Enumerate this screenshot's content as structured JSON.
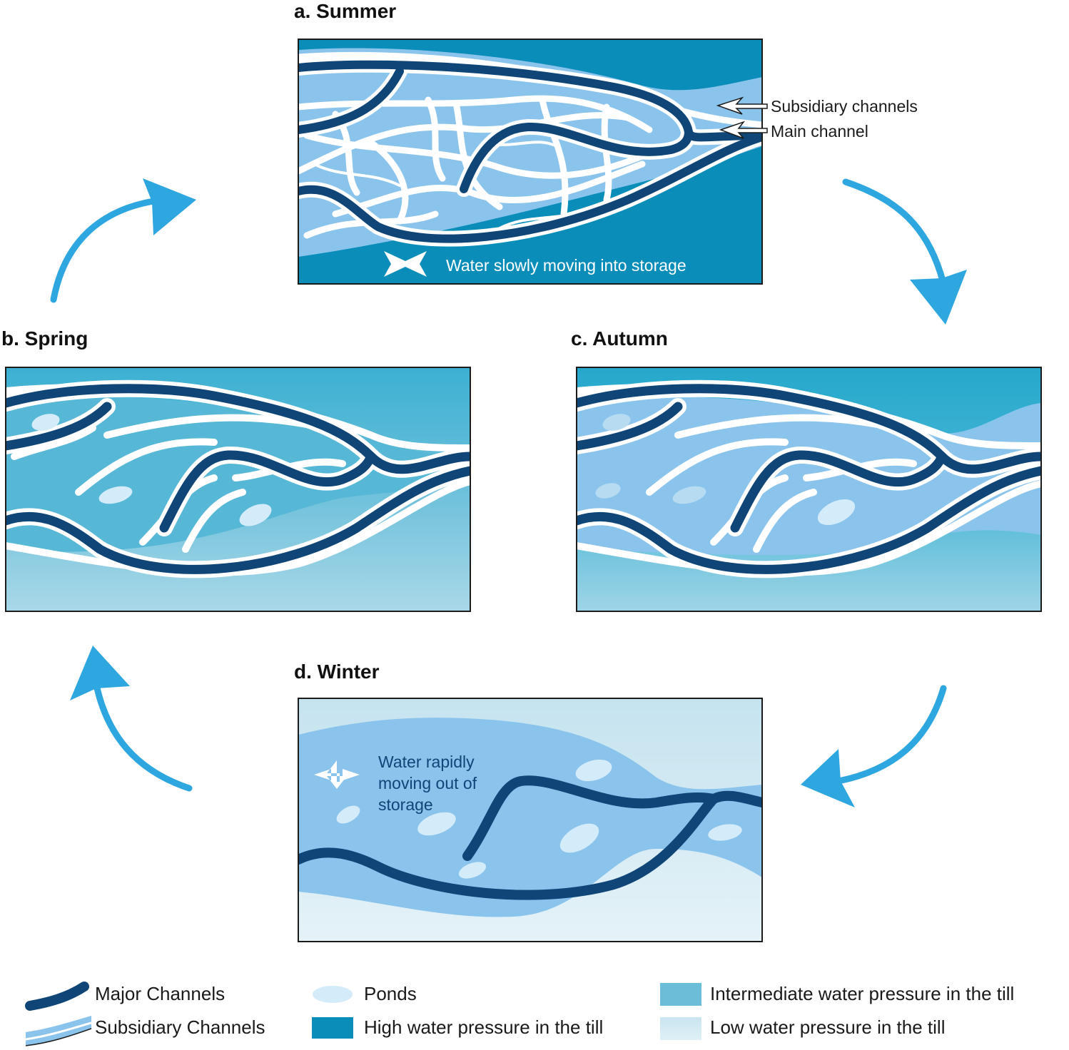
{
  "panels": {
    "summer": {
      "title": "a. Summer"
    },
    "spring": {
      "title": "b. Spring"
    },
    "autumn": {
      "title": "c. Autumn"
    },
    "winter": {
      "title": "d. Winter"
    }
  },
  "annotations": {
    "subsidiary_channels": "Subsidiary channels",
    "main_channel": "Main channel",
    "water_into_storage": "Water slowly moving into storage",
    "water_out_line1": "Water rapidly",
    "water_out_line2": "moving out of",
    "water_out_line3": "storage"
  },
  "legend": {
    "major_channels": "Major Channels",
    "subsidiary_channels": "Subsidiary Channels",
    "ponds": "Ponds",
    "high_pressure": "High water pressure in the till",
    "intermediate_pressure": "Intermediate water pressure in the till",
    "low_pressure": "Low water pressure in the till"
  },
  "colors": {
    "major_channel": "#0f4577",
    "high_pressure": "#0a8db8",
    "intermediate_pressure": "#6bbdd8",
    "low_pressure": "#c9e5f0",
    "subsidiary_band": "#8ac4ec",
    "pond": "#d4ebf9",
    "cycle_arrow": "#2ea6df"
  },
  "cycle_order": [
    "Summer",
    "Autumn",
    "Winter",
    "Spring"
  ]
}
